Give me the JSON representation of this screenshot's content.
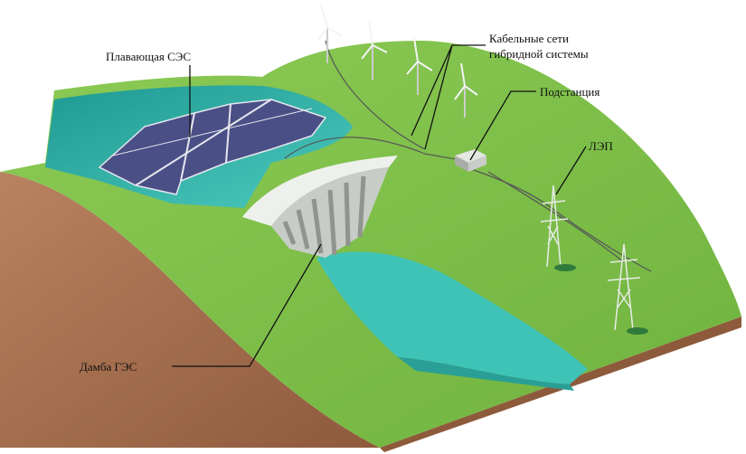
{
  "labels": {
    "floating_solar": "Плавающая СЭС",
    "cable_line1": "Кабельные сети",
    "cable_line2": "гибридной системы",
    "substation": "Подстанция",
    "power_line": "ЛЭП",
    "dam": "Дамба ГЭС"
  },
  "colors": {
    "grass": "#7cbf48",
    "grass_dark": "#5e9e35",
    "soil": "#a8714e",
    "water": "#2fb0a6",
    "water_light": "#5fd3c4",
    "dam": "#d9ddd8"
  }
}
